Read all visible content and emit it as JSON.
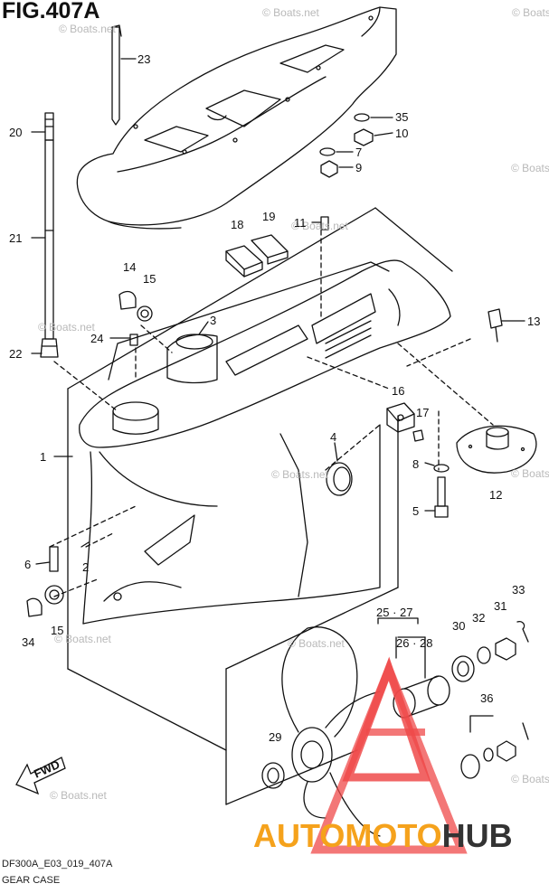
{
  "figure_title": "FIG.407A",
  "footer": {
    "code": "DF300A_E03_019_407A",
    "name": "GEAR CASE"
  },
  "watermark": {
    "text": "© Boats.net"
  },
  "fwd_label": "FWD",
  "brand_logo": {
    "part1": "AUTOMOTO",
    "part2": "HUB",
    "color_red": "#ef4a4a",
    "color_orange": "#f5a21c",
    "color_dark": "#333333"
  },
  "callouts": [
    {
      "id": "c1",
      "label": "1"
    },
    {
      "id": "c2",
      "label": "2"
    },
    {
      "id": "c3",
      "label": "3"
    },
    {
      "id": "c4",
      "label": "4"
    },
    {
      "id": "c5",
      "label": "5"
    },
    {
      "id": "c6",
      "label": "6"
    },
    {
      "id": "c7",
      "label": "7"
    },
    {
      "id": "c8",
      "label": "8"
    },
    {
      "id": "c9",
      "label": "9"
    },
    {
      "id": "c10",
      "label": "10"
    },
    {
      "id": "c11",
      "label": "11"
    },
    {
      "id": "c12",
      "label": "12"
    },
    {
      "id": "c13",
      "label": "13"
    },
    {
      "id": "c14",
      "label": "14"
    },
    {
      "id": "c15a",
      "label": "15"
    },
    {
      "id": "c15b",
      "label": "15"
    },
    {
      "id": "c16",
      "label": "16"
    },
    {
      "id": "c17",
      "label": "17"
    },
    {
      "id": "c18",
      "label": "18"
    },
    {
      "id": "c19",
      "label": "19"
    },
    {
      "id": "c20",
      "label": "20"
    },
    {
      "id": "c21",
      "label": "21"
    },
    {
      "id": "c22",
      "label": "22"
    },
    {
      "id": "c23",
      "label": "23"
    },
    {
      "id": "c24",
      "label": "24"
    },
    {
      "id": "c25",
      "label": "25 · 27"
    },
    {
      "id": "c26",
      "label": "26 · 28"
    },
    {
      "id": "c29",
      "label": "29"
    },
    {
      "id": "c30",
      "label": "30"
    },
    {
      "id": "c31",
      "label": "31"
    },
    {
      "id": "c32",
      "label": "32"
    },
    {
      "id": "c33",
      "label": "33"
    },
    {
      "id": "c34",
      "label": "34"
    },
    {
      "id": "c35",
      "label": "35"
    },
    {
      "id": "c36",
      "label": "36"
    }
  ]
}
